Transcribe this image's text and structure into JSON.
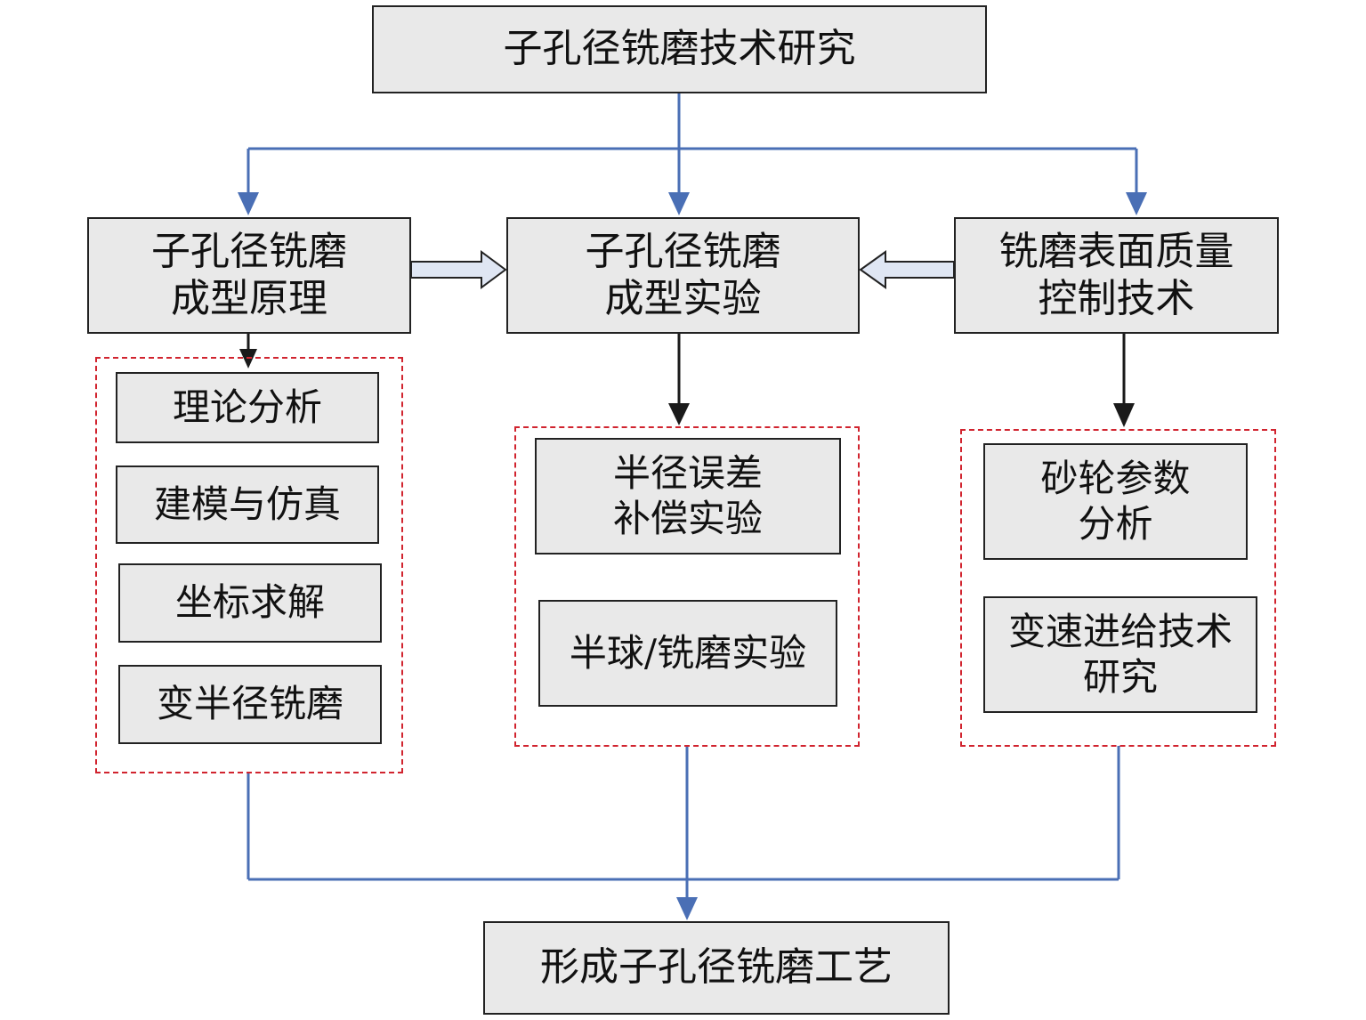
{
  "title": "子孔径铣磨技术研究",
  "result": "形成子孔径铣磨工艺",
  "branches": {
    "principle": {
      "line1": "子孔径铣磨",
      "line2": "成型原理"
    },
    "experiment": {
      "line1": "子孔径铣磨",
      "line2": "成型实验"
    },
    "quality": {
      "line1": "铣磨表面质量",
      "line2": "控制技术"
    }
  },
  "principle_items": [
    "理论分析",
    "建模与仿真",
    "坐标求解",
    "变半径铣磨"
  ],
  "experiment_items": [
    {
      "line1": "半径误差",
      "line2": "补偿实验"
    },
    {
      "line1": "半球/铣磨实验",
      "line2": ""
    }
  ],
  "quality_items": [
    {
      "line1": "砂轮参数",
      "line2": "分析"
    },
    {
      "line1": "变速进给技术",
      "line2": "研究"
    }
  ],
  "colors": {
    "box_fill": "#e9e9e9",
    "box_border": "#222222",
    "blue_connector": "#4a6fb5",
    "black_arrow": "#1a1a1a",
    "group_dash": "#d1242f",
    "hollow_arrow_fill": "#dfe6f3"
  }
}
